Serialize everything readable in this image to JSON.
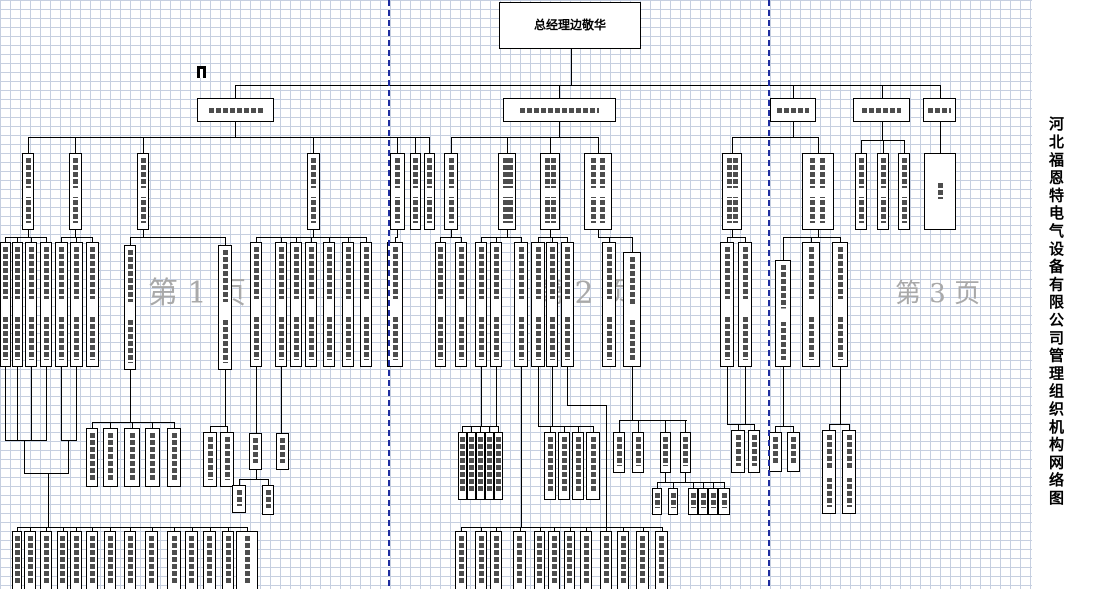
{
  "diagram": {
    "top_node": "总经理边敬华",
    "title": "河北福恩特电气设备有限公司管理组织机构网络图"
  },
  "page_labels": [
    "第 1 页",
    "第 2 页",
    "第 3 页"
  ],
  "icons": {
    "marker": "marker-icon"
  },
  "colors": {
    "gridline": "#c6cfe0",
    "page_break": "#1c2a9e",
    "watermark": "#a9a9a9",
    "connector": "#000000"
  }
}
